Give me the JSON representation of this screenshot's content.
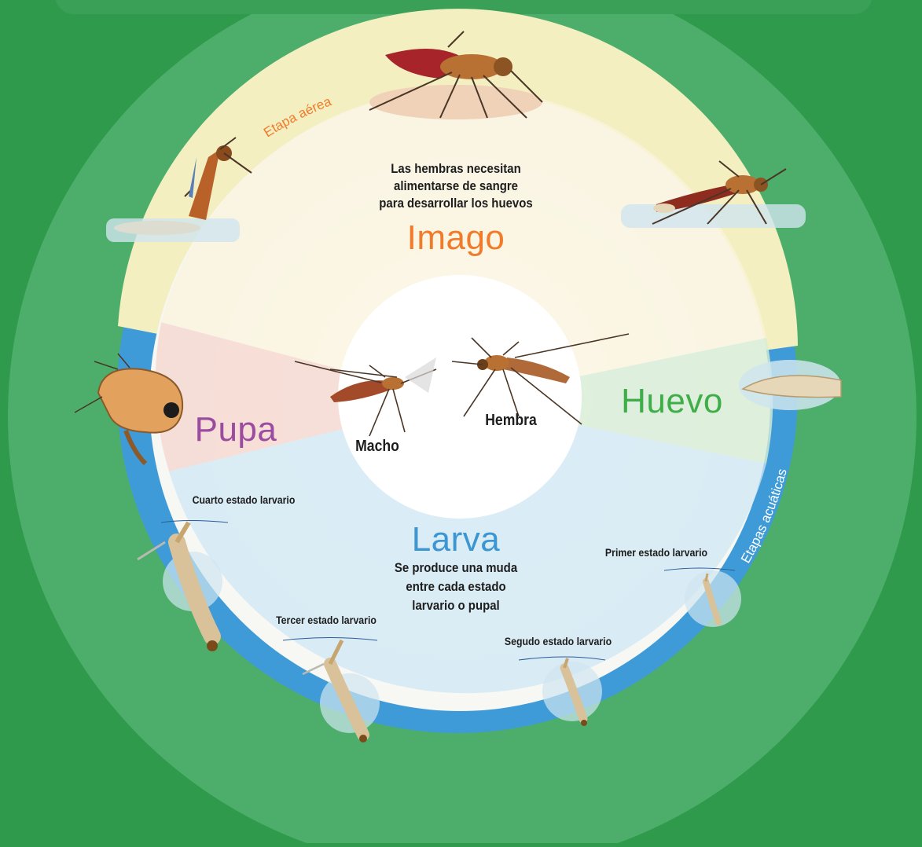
{
  "diagram": {
    "arc_labels": {
      "aerial": "Etapa aérea",
      "aquatic": "Etapas acuáticas"
    },
    "stages": {
      "imago": "Imago",
      "egg": "Huevo",
      "pupa": "Pupa",
      "larva": "Larva"
    },
    "notes": {
      "imago": [
        "Las hembras necesitan",
        "alimentarse de sangre",
        "para desarrollar los huevos"
      ],
      "larva": [
        "Se produce una muda",
        "entre cada estado",
        "larvario o pupal"
      ]
    },
    "center": {
      "male": "Macho",
      "female": "Hembra"
    },
    "larval_instars": {
      "first": "Primer estado larvario",
      "second": "Segudo estado larvario",
      "third": "Tercer estado larvario",
      "fourth": "Cuarto estado larvario"
    },
    "colors": {
      "background": "#2f9a4c",
      "outer_disc": "#4cae6a",
      "aerial_band": "#f3efc0",
      "aquatic_band": "#3f9bd8",
      "imago": "#f07c2b",
      "egg": "#3fae49",
      "pupa": "#9b4ca0",
      "larva": "#3b96d1"
    }
  }
}
